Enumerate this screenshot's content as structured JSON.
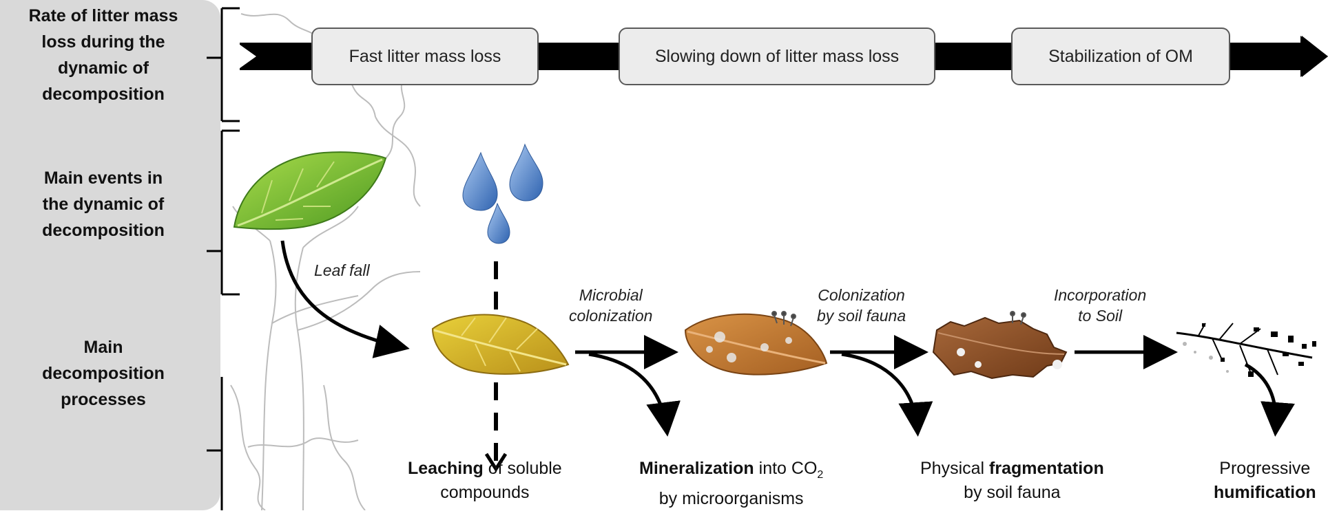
{
  "row_labels": {
    "rate": [
      "Rate of litter mass",
      "loss during the",
      "dynamic of",
      "decomposition"
    ],
    "events": [
      "Main events in",
      "the dynamic of",
      "decomposition"
    ],
    "processes": [
      "Main",
      "decomposition",
      "processes"
    ]
  },
  "stages": [
    "Fast  litter mass loss",
    "Slowing down of litter mass loss",
    "Stabilization of OM"
  ],
  "events": {
    "leaf_fall": "Leaf fall",
    "microbial_colonization": [
      "Microbial",
      "colonization"
    ],
    "fauna_colonization": [
      "Colonization",
      "by soil fauna"
    ],
    "incorporation": [
      "Incorporation",
      "to Soil"
    ]
  },
  "processes": {
    "leaching": {
      "bold": "Leaching",
      "rest": " of soluble",
      "line2": "compounds"
    },
    "mineralization": {
      "bold": "Mineralization",
      "rest": " into CO",
      "sub": "2",
      "line2": "by microorganisms"
    },
    "fragmentation": {
      "pre": "Physical ",
      "bold": "fragmentation",
      "line2": "by soil fauna"
    },
    "humification": {
      "line1": "Progressive",
      "bold": "humification"
    }
  },
  "colors": {
    "panel": "#d9d9d9",
    "arrow": "#000000",
    "green_leaf": "#7cc23a",
    "yellow_leaf": "#d9b526",
    "brown_leaf": "#c07a2e",
    "dark_leaf": "#8a4e22",
    "water": "#4a7fc4"
  }
}
